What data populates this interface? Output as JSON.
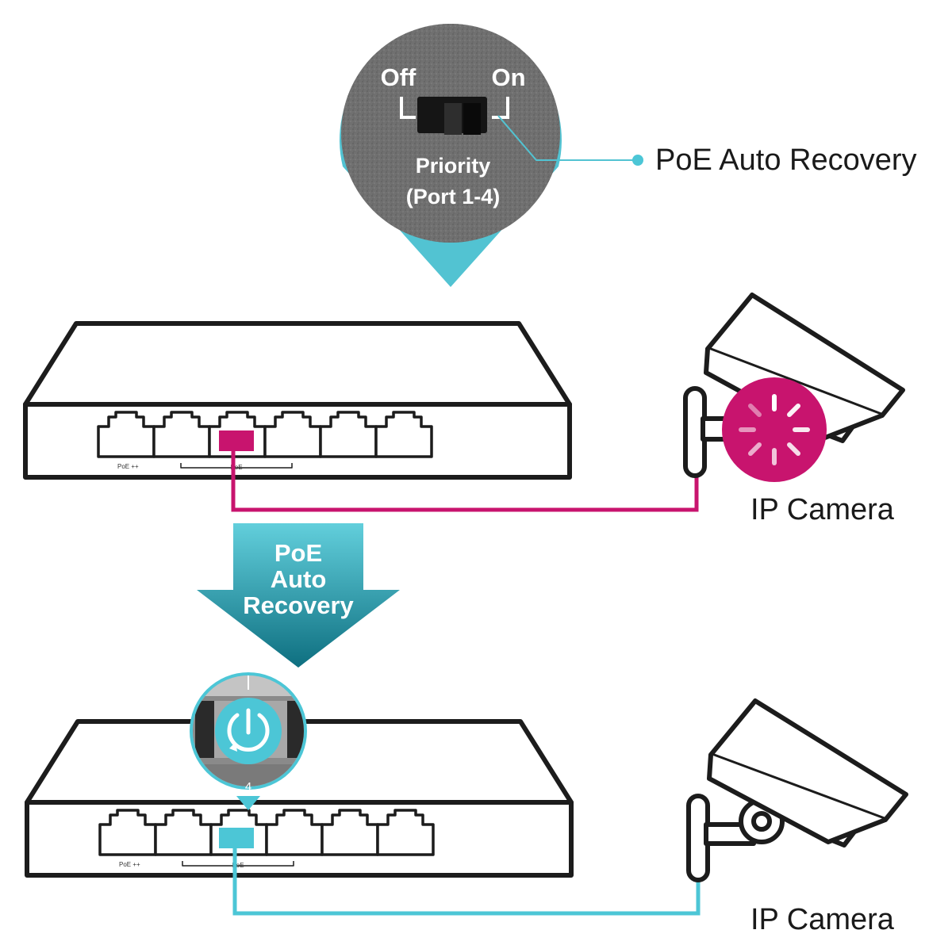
{
  "colors": {
    "accent": "#4cc6d6",
    "accent_dark": "#127a8a",
    "fault": "#c8146e",
    "outline": "#1c1c1c",
    "panel": "#6e6e6e",
    "white": "#ffffff"
  },
  "zoom_switch": {
    "off_label": "Off",
    "on_label": "On",
    "caption_line1": "Priority",
    "caption_line2": "(Port 1-4)",
    "callout_label": "PoE Auto Recovery"
  },
  "top_switch": {
    "port_label": "PoE ++",
    "group_label": "PoE",
    "active_port_state": "fault"
  },
  "top_camera": {
    "label": "IP Camera",
    "status": "loading-spinner-icon"
  },
  "transition_arrow": {
    "line1": "PoE",
    "line2": "Auto",
    "line3": "Recovery"
  },
  "zoom_port": {
    "port_number": "4",
    "icon": "power-restart-icon"
  },
  "bottom_switch": {
    "port_label": "PoE ++",
    "group_label": "PoE",
    "active_port_state": "recovered"
  },
  "bottom_camera": {
    "label": "IP Camera",
    "status": "normal"
  }
}
